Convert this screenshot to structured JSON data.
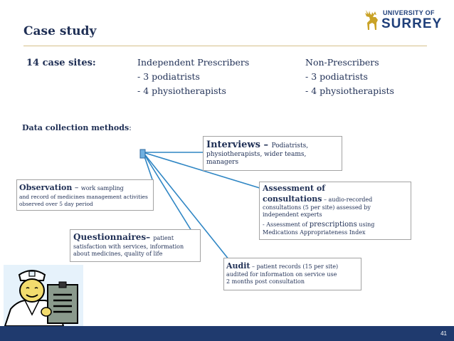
{
  "title": "Case study",
  "logo": {
    "line1": "UNIVERSITY OF",
    "line2": "SURREY"
  },
  "case_sites_label": "14 case sites:",
  "independent": {
    "heading": "Independent Prescribers",
    "items": [
      "-  3 podiatrists",
      "-  4 physiotherapists"
    ]
  },
  "non_prescribers": {
    "heading": "Non-Prescribers",
    "items": [
      "-  3 podiatrists",
      "-  4 physiotherapists"
    ]
  },
  "data_collection": {
    "label": "Data collection methods",
    "colon": ":"
  },
  "interviews": {
    "heading": "Interviews",
    "dash": " – ",
    "rest": "Podiatrists,",
    "body": "physiotherapists, wider teams, managers"
  },
  "observation": {
    "heading": "Observation",
    "dash": " – ",
    "rest": "work sampling",
    "body": "and record of medicines management activities observed over 5 day period"
  },
  "assessment": {
    "heading": "Assessment of",
    "heading2": "consultations",
    "rest": " – audio-recorded",
    "body": "consultations (5 per site) assessed by independent experts",
    "body2_pre": "- Assessment of ",
    "body2_big": "prescriptions",
    "body2_post": " using",
    "body3": "Medications Appropriateness Index"
  },
  "questionnaires": {
    "heading": "Questionnaires",
    "dash": "– ",
    "rest": "patient",
    "body": "satisfaction with services, information about medicines, quality of life"
  },
  "audit": {
    "heading": "Audit",
    "rest": " – patient records (15 per site)",
    "body": "audited for information on service use",
    "body2": "2 months post consultation"
  },
  "page_number": "41"
}
